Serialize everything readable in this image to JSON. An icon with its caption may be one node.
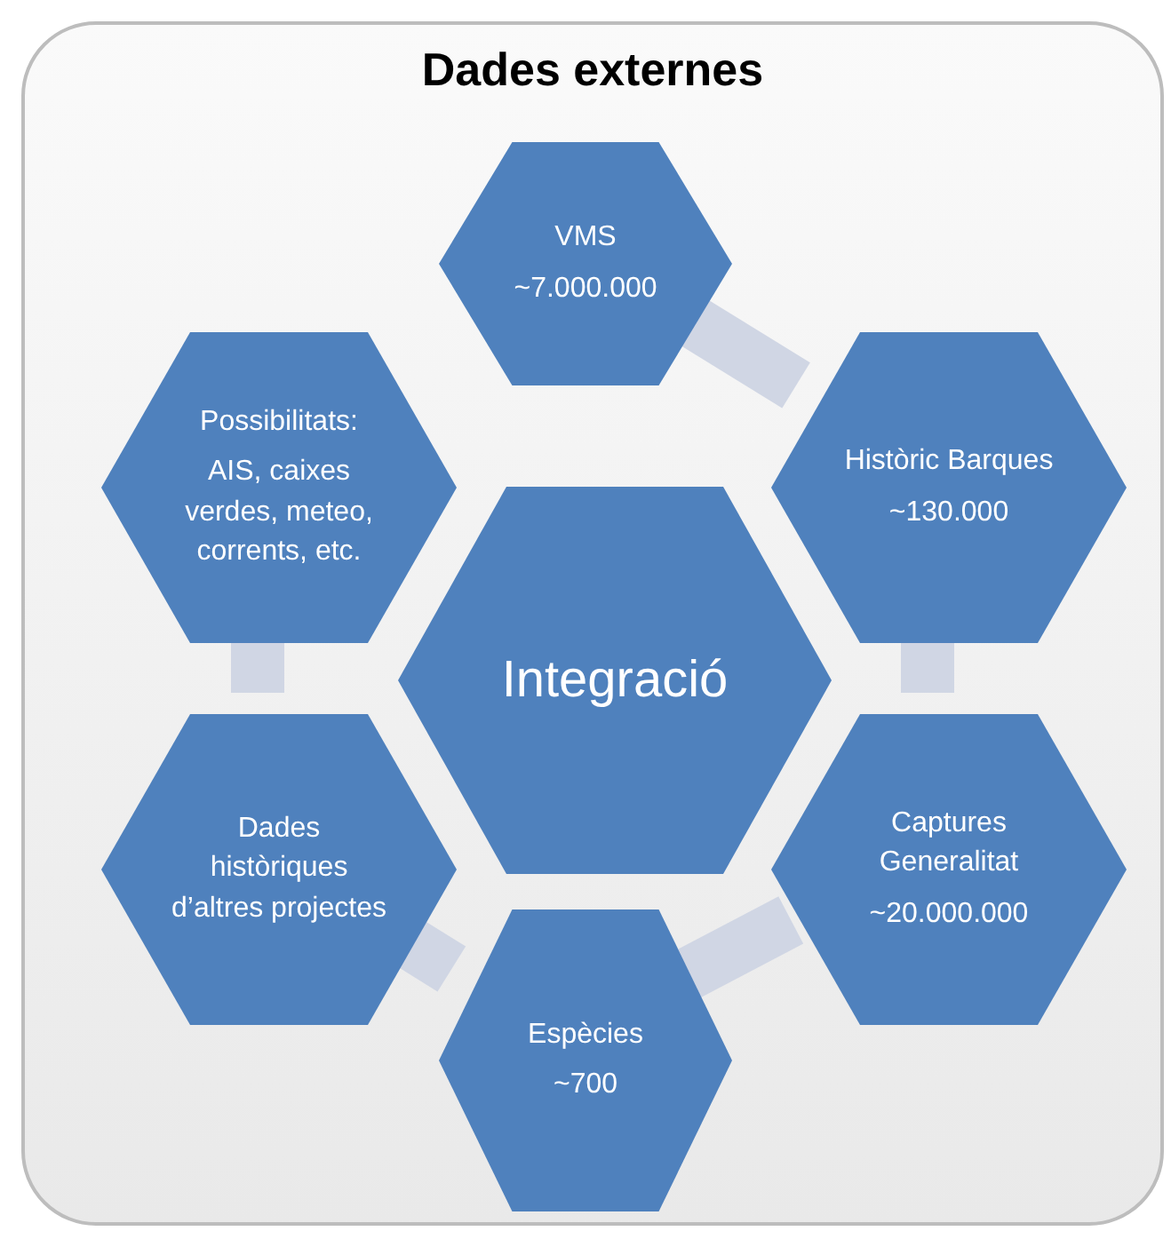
{
  "diagram": {
    "nodes": [
      {
        "text": [
          "Dades externes"
        ]
      },
      {
        "text": [
          "VMS",
          "~7.000.000"
        ],
        "in": 0
      },
      {
        "text": [
          "Possibilitats:",
          "AIS, caixes verdes, meteo, corrents, etc."
        ],
        "in": 0
      },
      {
        "text": [
          "Històric Barques",
          "~130.000"
        ],
        "in": 0
      },
      {
        "text": [
          "Integració"
        ],
        "in": 0
      },
      {
        "text": [
          "Dades històriques d’altres projectes"
        ],
        "in": 0
      },
      {
        "text": [
          "Captures Generalitat",
          "~20.000.000"
        ],
        "in": 0
      },
      {
        "text": [
          "Espècies",
          "~700"
        ],
        "in": 0
      }
    ],
    "edges": [
      {
        "from": 1,
        "to": 3,
        "arrow": "none"
      },
      {
        "from": 3,
        "to": 6,
        "arrow": "none"
      },
      {
        "from": 6,
        "to": 7,
        "arrow": "none"
      },
      {
        "from": 7,
        "to": 5,
        "arrow": "none"
      },
      {
        "from": 5,
        "to": 2,
        "arrow": "none"
      }
    ]
  }
}
